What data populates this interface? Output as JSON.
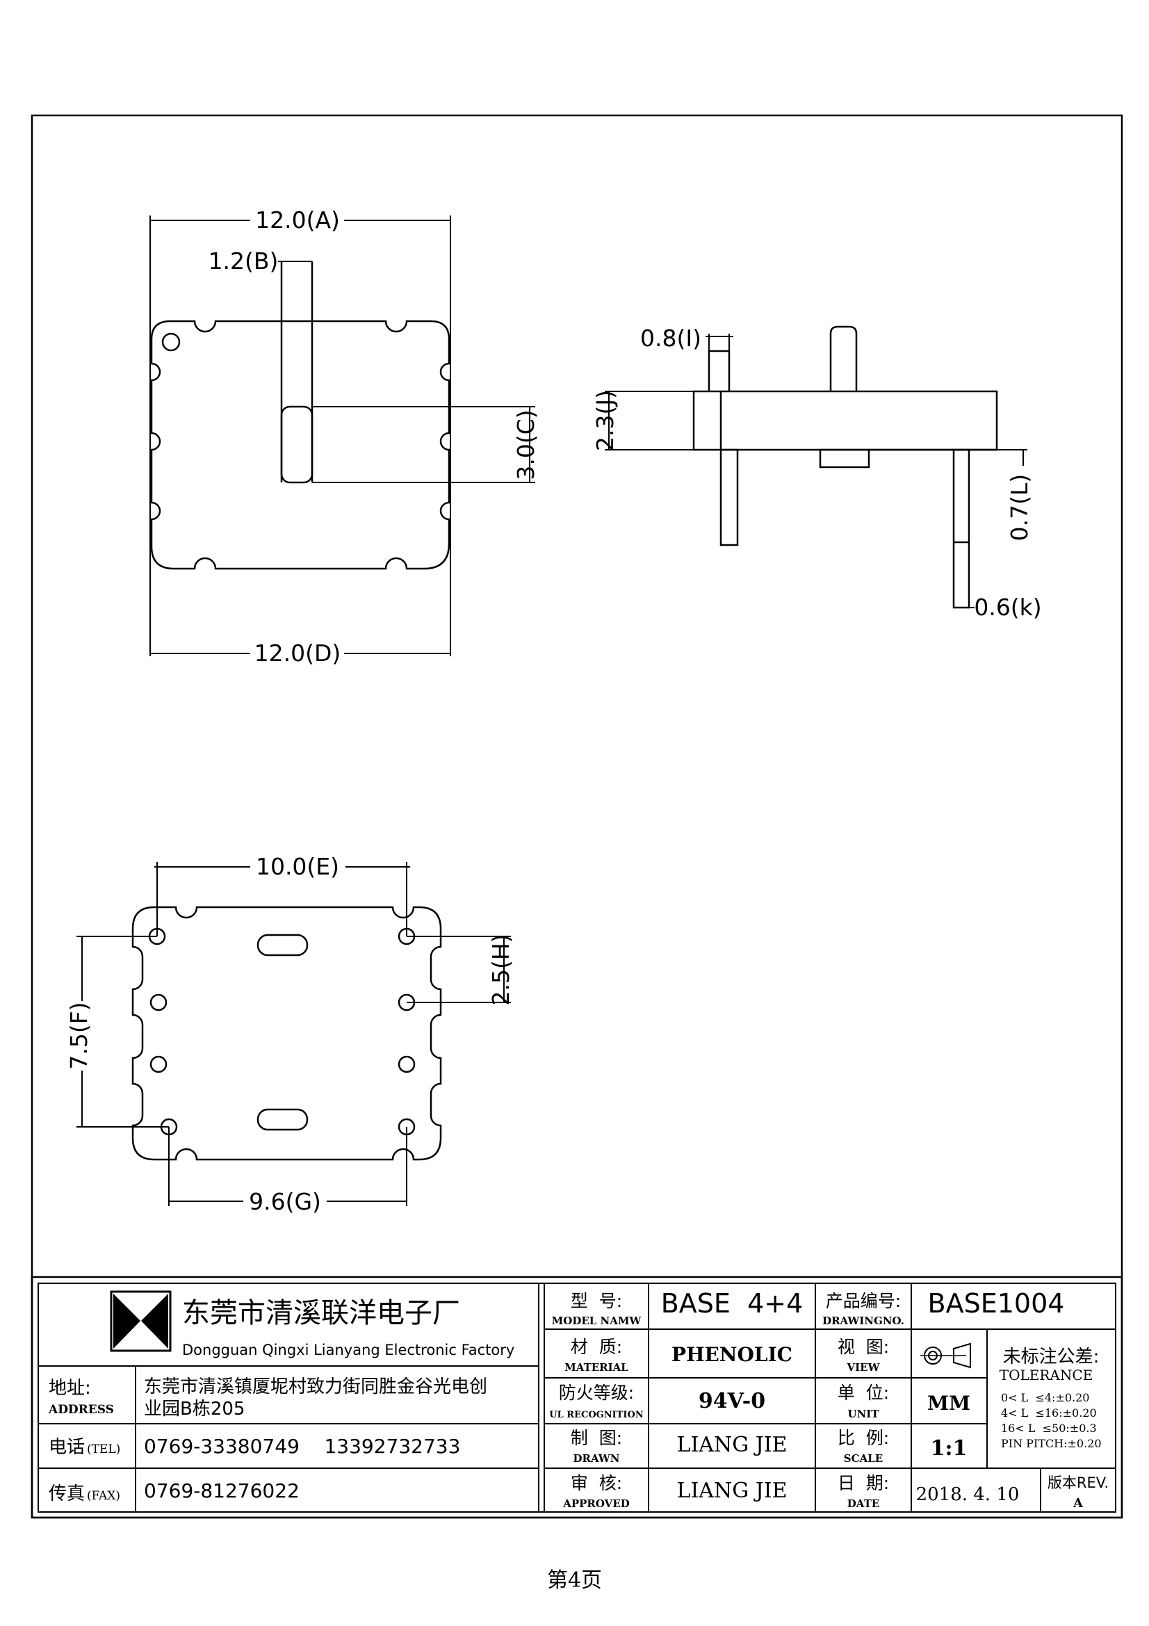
{
  "dimensions": {
    "A": "12.0(A)",
    "B": "1.2(B)",
    "C": "3.0(C)",
    "D": "12.0(D)",
    "E": "10.0(E)",
    "F": "7.5(F)",
    "G": "9.6(G)",
    "H": "2.5(H)",
    "I": "0.8(I)",
    "J": "2.3(J)",
    "L": "0.7(L)",
    "K": "0.6(k)"
  },
  "title_block": {
    "company_cn": "东莞市清溪联洋电子厂",
    "company_en": "Dongguan Qingxi Lianyang Electronic Factory",
    "address_label_cn": "地址:",
    "address_label_en": "ADDRESS",
    "address_line1": "东莞市清溪镇厦坭村致力街同胜金谷光电创",
    "address_line2": "业园B栋205",
    "tel_label_cn": "电话",
    "tel_label_en": "(TEL)",
    "tel_value": "0769-33380749    13392732733",
    "fax_label_cn": "传真",
    "fax_label_en": "(FAX)",
    "fax_value": "0769-81276022",
    "model_label_cn": "型  号:",
    "model_label_en": "MODEL NAMW",
    "model_value": "BASE  4+4",
    "material_label_cn": "材  质:",
    "material_label_en": "MATERIAL",
    "material_value": "PHENOLIC",
    "ul_label_cn": "防火等级:",
    "ul_label_en": "UL RECOGNITION",
    "ul_value": "94V-0",
    "drawn_label_cn": "制  图:",
    "drawn_label_en": "DRAWN",
    "drawn_value": "LIANG JIE",
    "approved_label_cn": "审  核:",
    "approved_label_en": "APPROVED",
    "approved_value": "LIANG JIE",
    "drawingno_label_cn": "产品编号:",
    "drawingno_label_en": "DRAWINGNO.",
    "drawingno_value": "BASE1004",
    "view_label_cn": "视  图:",
    "view_label_en": "VIEW",
    "unit_label_cn": "单  位:",
    "unit_label_en": "UNIT",
    "unit_value": "MM",
    "scale_label_cn": "比  例:",
    "scale_label_en": "SCALE",
    "scale_value": "1:1",
    "date_label_cn": "日  期:",
    "date_label_en": "DATE",
    "date_value": "2018. 4. 10",
    "tolerance_cn": "未标注公差:",
    "tolerance_en": "TOLERANCE",
    "tol1": "0< L  ≤4:±0.20",
    "tol2": "4< L  ≤16:±0.20",
    "tol3": "16< L  ≤50:±0.3",
    "tol4": "PIN PITCH:±0.20",
    "rev_label": "版本REV.",
    "rev_value": "A"
  },
  "page": "第4页"
}
